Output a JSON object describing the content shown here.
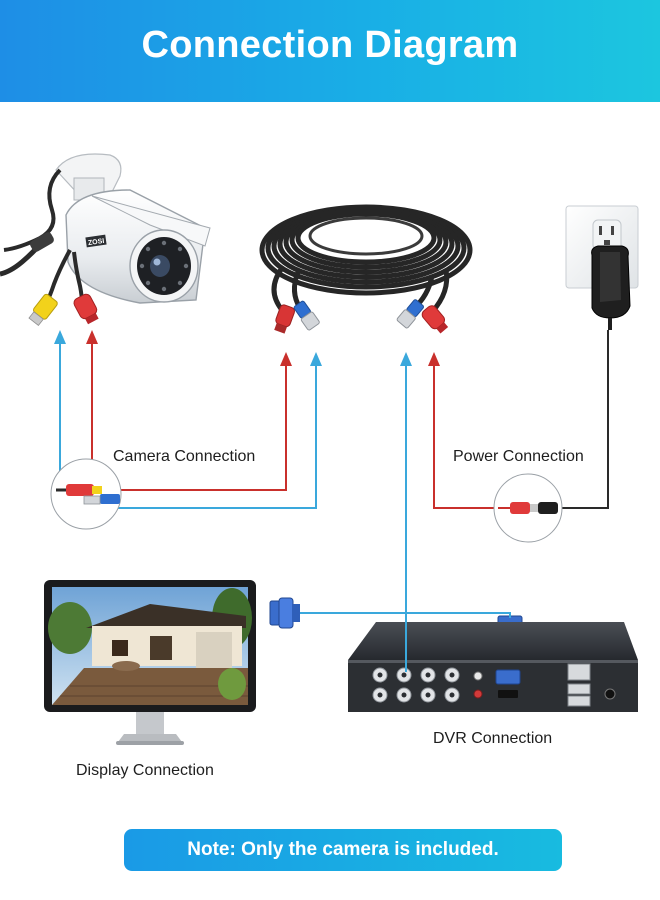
{
  "header": {
    "title": "Connection Diagram"
  },
  "labels": {
    "camera_connection": "Camera Connection",
    "power_connection": "Power Connection",
    "dvr_connection": "DVR Connection",
    "display_connection": "Display Connection"
  },
  "camera": {
    "brand": "ZOSI"
  },
  "note": {
    "text": "Note: Only the camera is included."
  },
  "colors": {
    "header_start": "#1e8ee6",
    "header_end": "#1cc6df",
    "video_line": "#3aa8dc",
    "power_line": "#c9302c",
    "cable": "#2a2a2a"
  }
}
